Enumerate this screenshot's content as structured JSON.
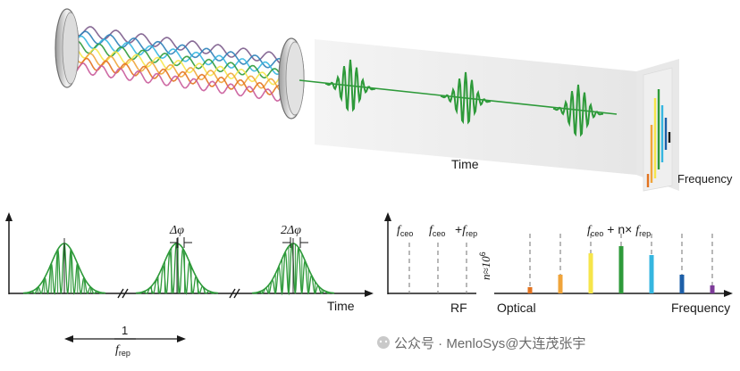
{
  "colors": {
    "wave": "#2e9a3a",
    "axis": "#1a1a1a",
    "dash": "#8a8a8a",
    "spectrum": [
      "#7b5b8b",
      "#2c7fb8",
      "#e9c53a",
      "#f6e54a",
      "#f0a43a",
      "#e3731f",
      "#2e9a3a",
      "#35b6e0",
      "#1d5fa8",
      "#7d3b99"
    ]
  },
  "top": {
    "time_label": "Time",
    "frequency_label": "Frequency"
  },
  "bottom_left": {
    "time_label": "Time",
    "delta_phi": "Δφ",
    "two_delta_phi": "2Δφ",
    "period_numerator": "1",
    "period_denominator_f": "f",
    "period_denominator_sub": "rep"
  },
  "bottom_right": {
    "f_ceo_1": "f",
    "f_ceo_1_sub": "ceo",
    "f_ceo_2": "f",
    "f_ceo_2_sub": "ceo",
    "plus_frep_prefix": "+",
    "plus_frep_f": "f",
    "plus_frep_sub": "rep",
    "n_label": "n≈10",
    "n_exp": "6",
    "comb_label_f": "f",
    "comb_label_ceo": "ceo",
    "comb_label_mid": " + n× ",
    "comb_label_f2": "f",
    "comb_label_rep": "rep",
    "rf_label": "RF",
    "optical_label": "Optical",
    "frequency_label": "Frequency"
  },
  "watermark": "公众号 · MenloSys@大连茂张宇"
}
